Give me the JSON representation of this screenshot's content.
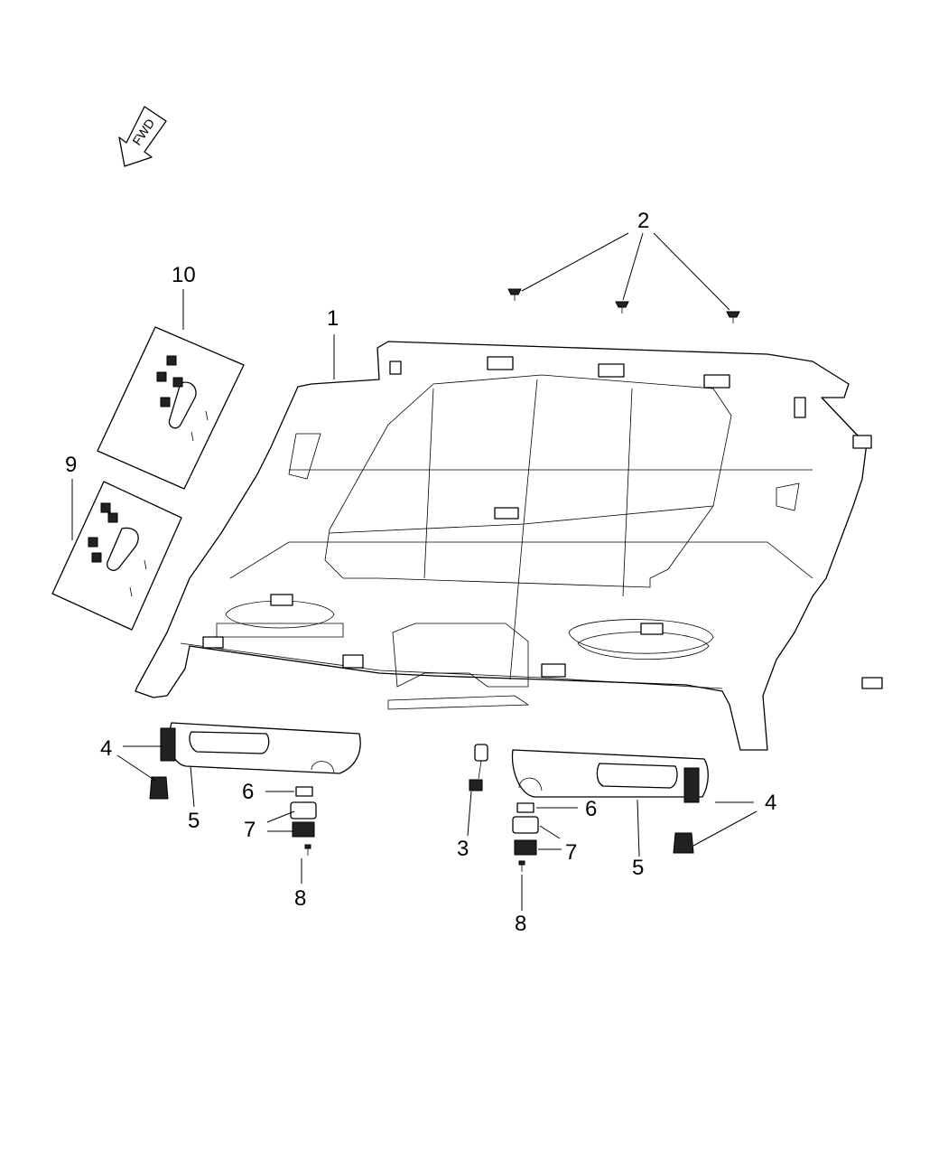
{
  "direction_arrow": {
    "label": "FWD"
  },
  "callouts": [
    {
      "id": "c1",
      "text": "1"
    },
    {
      "id": "c2",
      "text": "2"
    },
    {
      "id": "c3",
      "text": "3"
    },
    {
      "id": "c4a",
      "text": "4"
    },
    {
      "id": "c4b",
      "text": "4"
    },
    {
      "id": "c5a",
      "text": "5"
    },
    {
      "id": "c5b",
      "text": "5"
    },
    {
      "id": "c6a",
      "text": "6"
    },
    {
      "id": "c6b",
      "text": "6"
    },
    {
      "id": "c7a",
      "text": "7"
    },
    {
      "id": "c7b",
      "text": "7"
    },
    {
      "id": "c8a",
      "text": "8"
    },
    {
      "id": "c8b",
      "text": "8"
    },
    {
      "id": "c9",
      "text": "9"
    },
    {
      "id": "c10",
      "text": "10"
    }
  ]
}
